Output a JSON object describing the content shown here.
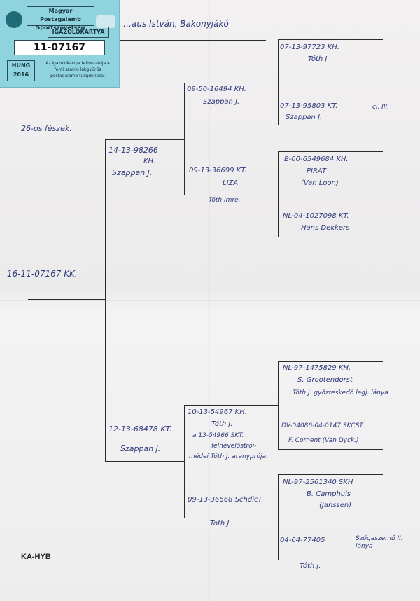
{
  "card": {
    "org": "Magyar Postagalamb Sportszövetség",
    "title": "IGAZOLÓKÁRTYA",
    "ring": "11-07167",
    "country": "HUNG",
    "year": "2016",
    "note": "Az igazolókártya felmutatója a fenti számú lábgyűrűs postagalamb tulajdonosa."
  },
  "header": {
    "owner": "…aus István, Bakonyjákó"
  },
  "nest": "26-os fészek.",
  "subject": {
    "ring": "16-11-07167 KK."
  },
  "gen1": {
    "sire": {
      "ring": "14-13-98266",
      "sex": "KH.",
      "breeder": "Szappan J."
    },
    "dam": {
      "ring": "12-13-68478 KT.",
      "breeder": "Szappan J."
    }
  },
  "gen2": {
    "ss": {
      "ring": "09-50-16494 KH.",
      "breeder": "Szappan J."
    },
    "sd": {
      "ring": "09-13-36699 KT.",
      "name": "LIZA",
      "breeder": "Tóth Imre."
    },
    "ds": {
      "ring": "10-13-54967 KH.",
      "breeder": "Tóth J.",
      "note1": "a 13-54966 SKT.",
      "note2": "felnevelőstrói-",
      "note3": "médei Tóth J. aranyprója."
    },
    "dd": {
      "ring": "09-13-36668 SchdicT.",
      "breeder": "Tóth J."
    }
  },
  "gen3": {
    "sss": {
      "ring": "07-13-97723 KH.",
      "breeder": "Tóth J."
    },
    "ssd": {
      "ring": "07-13-95803 KT.",
      "extra": "cl. III.",
      "breeder": "Szappan J."
    },
    "sds": {
      "ring": "B-00-6549684 KH.",
      "name": "PIRAT",
      "breeder": "(Van Loon)"
    },
    "sdd": {
      "ring": "NL-04-1027098 KT.",
      "breeder": "Hans Dekkers"
    },
    "dss": {
      "ring": "NL-97-1475829 KH.",
      "breeder": "S. Grootendorst",
      "note": "Tóth J. győzteskedő legj. lánya"
    },
    "dsd": {
      "ring": "DV-04086-04-0147 SKCST.",
      "breeder": "F. Cornent (Van Dyck.)"
    },
    "dds": {
      "ring": "NL-97-2561340 SKH",
      "breeder": "B. Camphuis",
      "extra": "(Janssen)"
    },
    "ddd": {
      "ring": "04-04-77405",
      "breeder": "Tóth J.",
      "extra": "Szőgaszemű II. lánya"
    }
  },
  "footer": {
    "code": "KA-HYB"
  }
}
